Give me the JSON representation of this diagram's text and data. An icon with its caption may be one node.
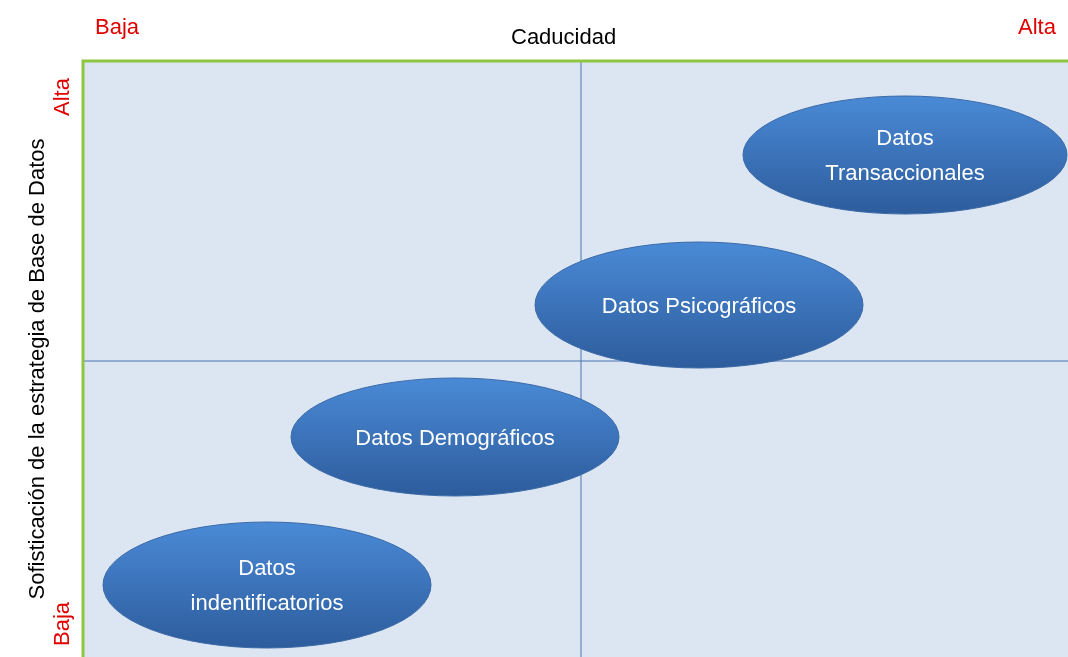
{
  "diagram": {
    "nodes": [
      {
        "text": [
          "Datos Transaccionales"
        ]
      },
      {
        "text": [
          "Datos Psicográficos"
        ]
      },
      {
        "text": [
          "Datos Demográficos"
        ]
      },
      {
        "text": [
          "Datos indentificatorios"
        ]
      }
    ],
    "labels": [
      "Baja",
      "Caducidad",
      "Alta",
      "Alta",
      "Sofisticación de la estrategia de Base de Datos",
      "Baja"
    ]
  }
}
